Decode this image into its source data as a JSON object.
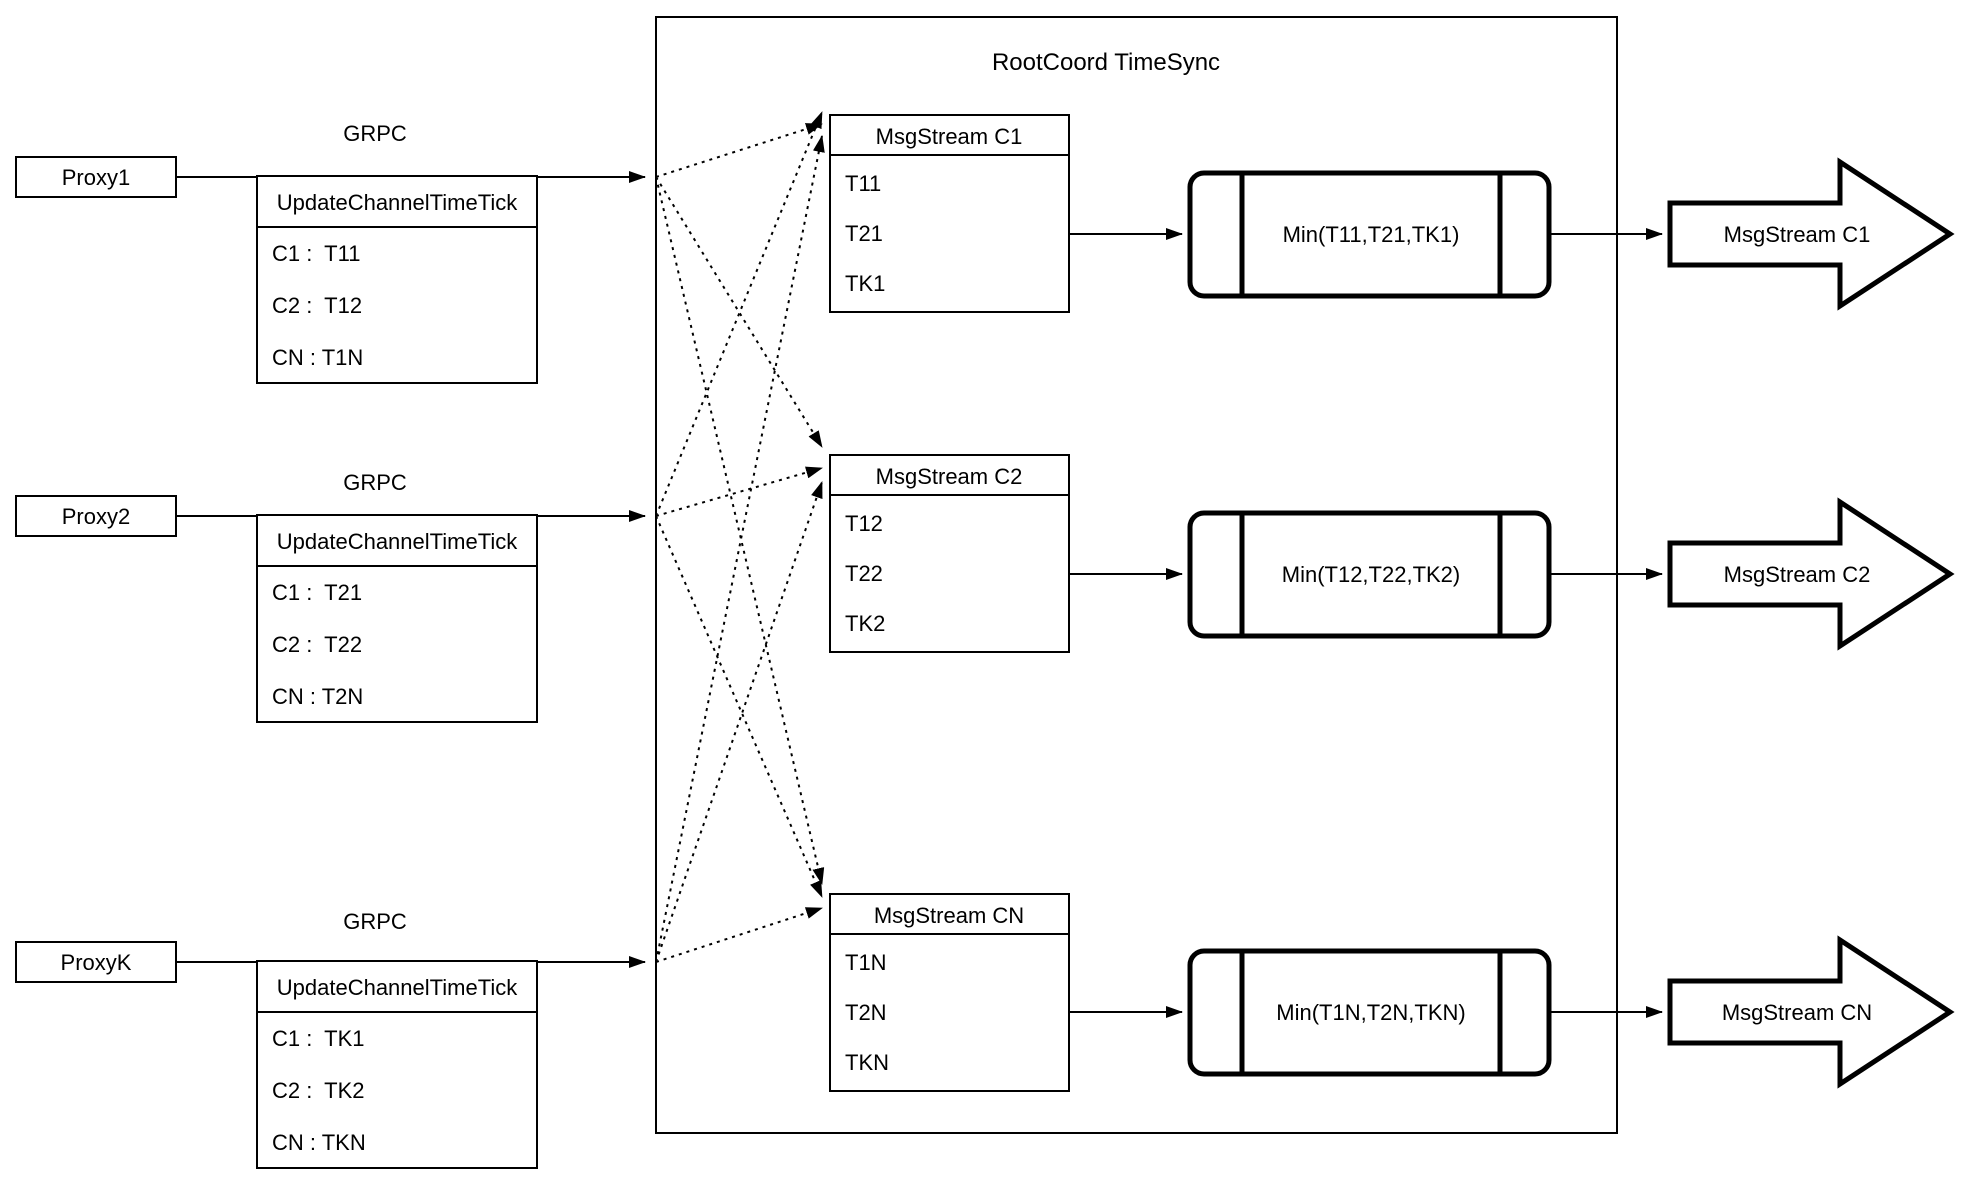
{
  "diagram": {
    "title": "RootCoord TimeSync",
    "colors": {
      "stroke": "#000000",
      "background": "#ffffff"
    },
    "proxies": [
      {
        "label": "Proxy1",
        "grpc": "GRPC",
        "table": {
          "header": "UpdateChannelTimeTick",
          "rows": [
            "C1 :  T11",
            "C2 :  T12",
            "CN : T1N"
          ]
        }
      },
      {
        "label": "Proxy2",
        "grpc": "GRPC",
        "table": {
          "header": "UpdateChannelTimeTick",
          "rows": [
            "C1 :  T21",
            "C2 :  T22",
            "CN : T2N"
          ]
        }
      },
      {
        "label": "ProxyK",
        "grpc": "GRPC",
        "table": {
          "header": "UpdateChannelTimeTick",
          "rows": [
            "C1 :  TK1",
            "C2 :  TK2",
            "CN : TKN"
          ]
        }
      }
    ],
    "streams": [
      {
        "header": "MsgStream C1",
        "ticks": [
          "T11",
          "T21",
          "TK1"
        ],
        "min": "Min(T11,T21,TK1)",
        "output": "MsgStream C1"
      },
      {
        "header": "MsgStream C2",
        "ticks": [
          "T12",
          "T22",
          "TK2"
        ],
        "min": "Min(T12,T22,TK2)",
        "output": "MsgStream C2"
      },
      {
        "header": "MsgStream CN",
        "ticks": [
          "T1N",
          "T2N",
          "TKN"
        ],
        "min": "Min(T1N,T2N,TKN)",
        "output": "MsgStream CN"
      }
    ]
  }
}
